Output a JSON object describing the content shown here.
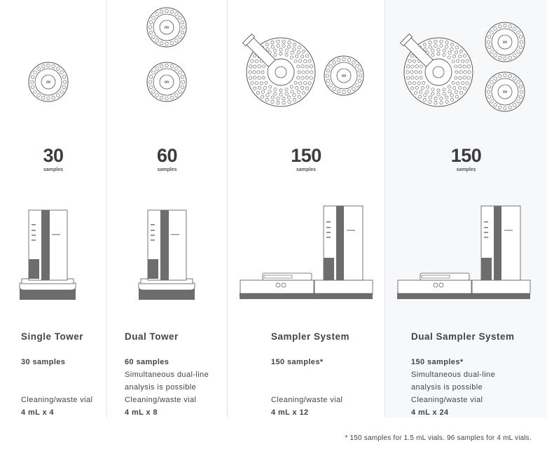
{
  "products": [
    {
      "count": "30",
      "count_label": "samples",
      "name": "Single Tower",
      "samples": "30 samples",
      "note_lines": [],
      "vial_label": "Cleaning/waste vial",
      "vial_value": "4 mL x 4"
    },
    {
      "count": "60",
      "count_label": "samples",
      "name": "Dual Tower",
      "samples": "60 samples",
      "note_lines": [
        "Simultaneous dual-line",
        "analysis is possible"
      ],
      "vial_label": "Cleaning/waste vial",
      "vial_value": "4 mL x 8"
    },
    {
      "count": "150",
      "count_label": "samples",
      "name": "Sampler System",
      "samples": "150 samples*",
      "note_lines": [],
      "vial_label": "Cleaning/waste vial",
      "vial_value": "4 mL x 12"
    },
    {
      "count": "150",
      "count_label": "samples",
      "name": "Dual Sampler System",
      "samples": "150 samples*",
      "note_lines": [
        "Simultaneous dual-line",
        "analysis is possible"
      ],
      "vial_label": "Cleaning/waste vial",
      "vial_value": "4 mL x 24"
    }
  ],
  "footnote": "* 150 samples for 1.5 mL vials. 96 samples for 4 mL vials.",
  "colors": {
    "panel_tint": "#f7f8f9",
    "divider": "#e3e3e3",
    "line_art": "#555555",
    "dark_gray": "#6d6d6d"
  }
}
